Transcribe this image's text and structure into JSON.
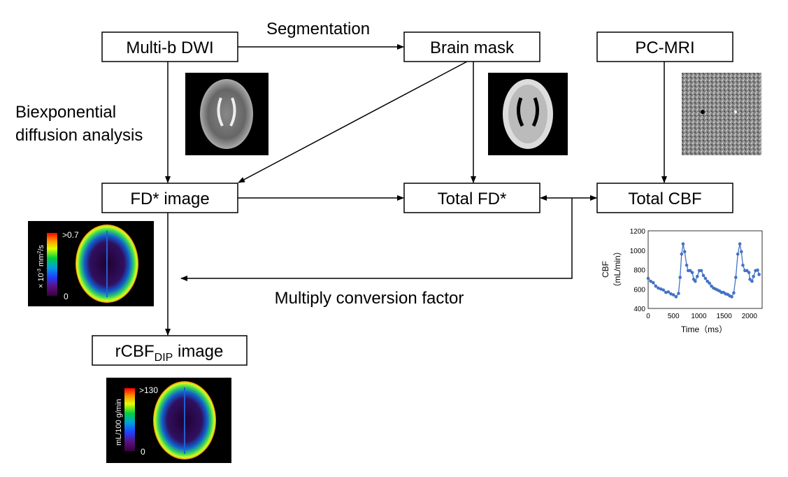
{
  "nodes": {
    "dwi": "Multi-b DWI",
    "mask": "Brain mask",
    "pcmri": "PC-MRI",
    "fd": "FD* image",
    "totalfd": "Total FD*",
    "totalcbf": "Total CBF",
    "rcbf_main": "rCBF",
    "rcbf_sub": "DIP",
    "rcbf_suffix": " image"
  },
  "edges": {
    "segmentation": "Segmentation",
    "biexp_line1": "Biexponential",
    "biexp_line2": "diffusion analysis",
    "multiply": "Multiply conversion factor"
  },
  "fd_map": {
    "max_label": ">0.7",
    "min_label": "0",
    "unit_prefix": "× 10",
    "unit_exp": "-3",
    "unit_mid": " mm",
    "unit_exp2": "2",
    "unit_suffix": "/s"
  },
  "rcbf_map": {
    "max_label": ">130",
    "min_label": "0",
    "unit": "mL/100 g/min"
  },
  "chart_data": {
    "type": "line",
    "xlabel": "Time（ms）",
    "ylabel": "CBF",
    "ylabel2": "（mL/min）",
    "xlim": [
      0,
      2250
    ],
    "ylim": [
      400,
      1200
    ],
    "xticks": [
      0,
      500,
      1000,
      1500,
      2000
    ],
    "yticks": [
      400,
      600,
      800,
      1000,
      1200
    ],
    "color": "#4472c4",
    "x": [
      0,
      50,
      100,
      150,
      200,
      250,
      300,
      350,
      400,
      450,
      500,
      550,
      600,
      630,
      660,
      690,
      720,
      760,
      790,
      830,
      870,
      900,
      930,
      970,
      1010,
      1050,
      1090,
      1130,
      1170,
      1210,
      1250,
      1290,
      1330,
      1370,
      1410,
      1450,
      1490,
      1530,
      1570,
      1610,
      1650,
      1690,
      1730,
      1770,
      1810,
      1840,
      1870,
      1910,
      1950,
      1990,
      2010,
      2050,
      2080,
      2120,
      2160,
      2190
    ],
    "y": [
      710,
      680,
      665,
      630,
      610,
      600,
      590,
      565,
      570,
      550,
      540,
      520,
      555,
      720,
      960,
      1065,
      985,
      845,
      790,
      790,
      770,
      700,
      680,
      730,
      790,
      790,
      740,
      710,
      680,
      660,
      630,
      610,
      600,
      590,
      580,
      565,
      565,
      550,
      545,
      530,
      520,
      560,
      720,
      960,
      1065,
      985,
      845,
      790,
      790,
      770,
      700,
      680,
      730,
      790,
      795,
      750
    ]
  }
}
